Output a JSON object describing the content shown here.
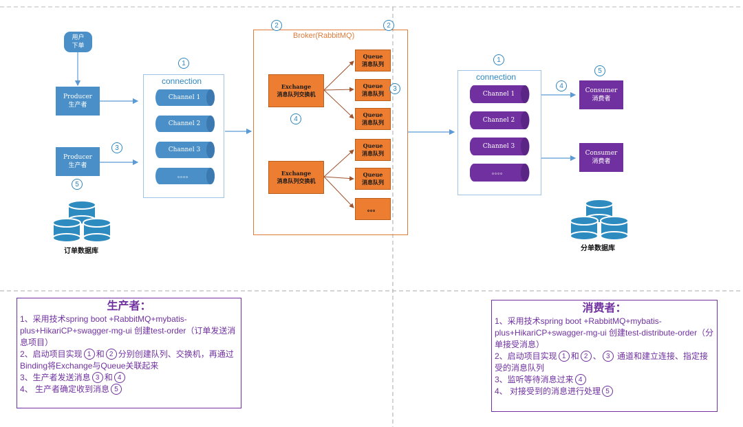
{
  "user": {
    "label": "用户\n下单"
  },
  "producers": [
    {
      "title": "Producer",
      "subtitle": "生产者"
    },
    {
      "title": "Producer",
      "subtitle": "生产者"
    }
  ],
  "left_connection": {
    "label": "connection",
    "channels": [
      "Channel 1",
      "Channel 2",
      "Channel 3",
      "。。。。"
    ]
  },
  "broker": {
    "label": "Broker(RabbitMQ)"
  },
  "exchanges": [
    {
      "title": "Exchange",
      "subtitle": "消息队列交换机"
    },
    {
      "title": "Exchange",
      "subtitle": "消息队列交换机"
    }
  ],
  "queues": [
    {
      "title": "Queue",
      "subtitle": "消息队列"
    },
    {
      "title": "Queue",
      "subtitle": "消息队列"
    },
    {
      "title": "Queue",
      "subtitle": "消息队列"
    },
    {
      "title": "Queue",
      "subtitle": "消息队列"
    },
    {
      "title": "Queue",
      "subtitle": "消息队列"
    },
    {
      "title": "。。。",
      "subtitle": ""
    }
  ],
  "right_connection": {
    "label": "connection",
    "channels": [
      "Channel 1",
      "Channel 2",
      "Channel 3",
      "。。。。"
    ]
  },
  "consumers": [
    {
      "title": "Consumer",
      "subtitle": "消费者"
    },
    {
      "title": "Consumer",
      "subtitle": "消费者"
    }
  ],
  "databases": {
    "left": "订单数据库",
    "right": "分单数据库"
  },
  "step_markers": {
    "one": "1",
    "two": "2",
    "three": "3",
    "four": "4",
    "five": "5"
  },
  "producer_notes": {
    "title": "生产者：",
    "l1": "1、采用技术spring boot +RabbitMQ+mybatis-plus+HikariCP+swagger-mg-ui  创建test-order（订单发送消息项目）",
    "l2a": "2、启动项目实现",
    "l2b": "和",
    "l2c": "分别创建队列、交换机，再通过Binding将Exchange与Queue关联起来",
    "l3a": "3、生产者发送消息",
    "l3b": "和",
    "l4a": "4、  生产者确定收到消息"
  },
  "consumer_notes": {
    "title": "消费者：",
    "l1": "1、采用技术spring boot +RabbitMQ+mybatis-plus+HikariCP+swagger-mg-ui  创建test-distribute-order（分单接受消息）",
    "l2a": "2、启动项目实现",
    "l2b": "和",
    "l2c": "、",
    "l2d": "  通道和建立连接、指定接受的消息队列",
    "l3a": "3、监听等待消息过来",
    "l4a": "4、  对接受到的消息进行处理"
  },
  "colors": {
    "producer": "#4a8fc7",
    "exchange": "#ed7d31",
    "consumer": "#7030a0",
    "marker": "#2e86c1",
    "note": "#7030a0"
  }
}
